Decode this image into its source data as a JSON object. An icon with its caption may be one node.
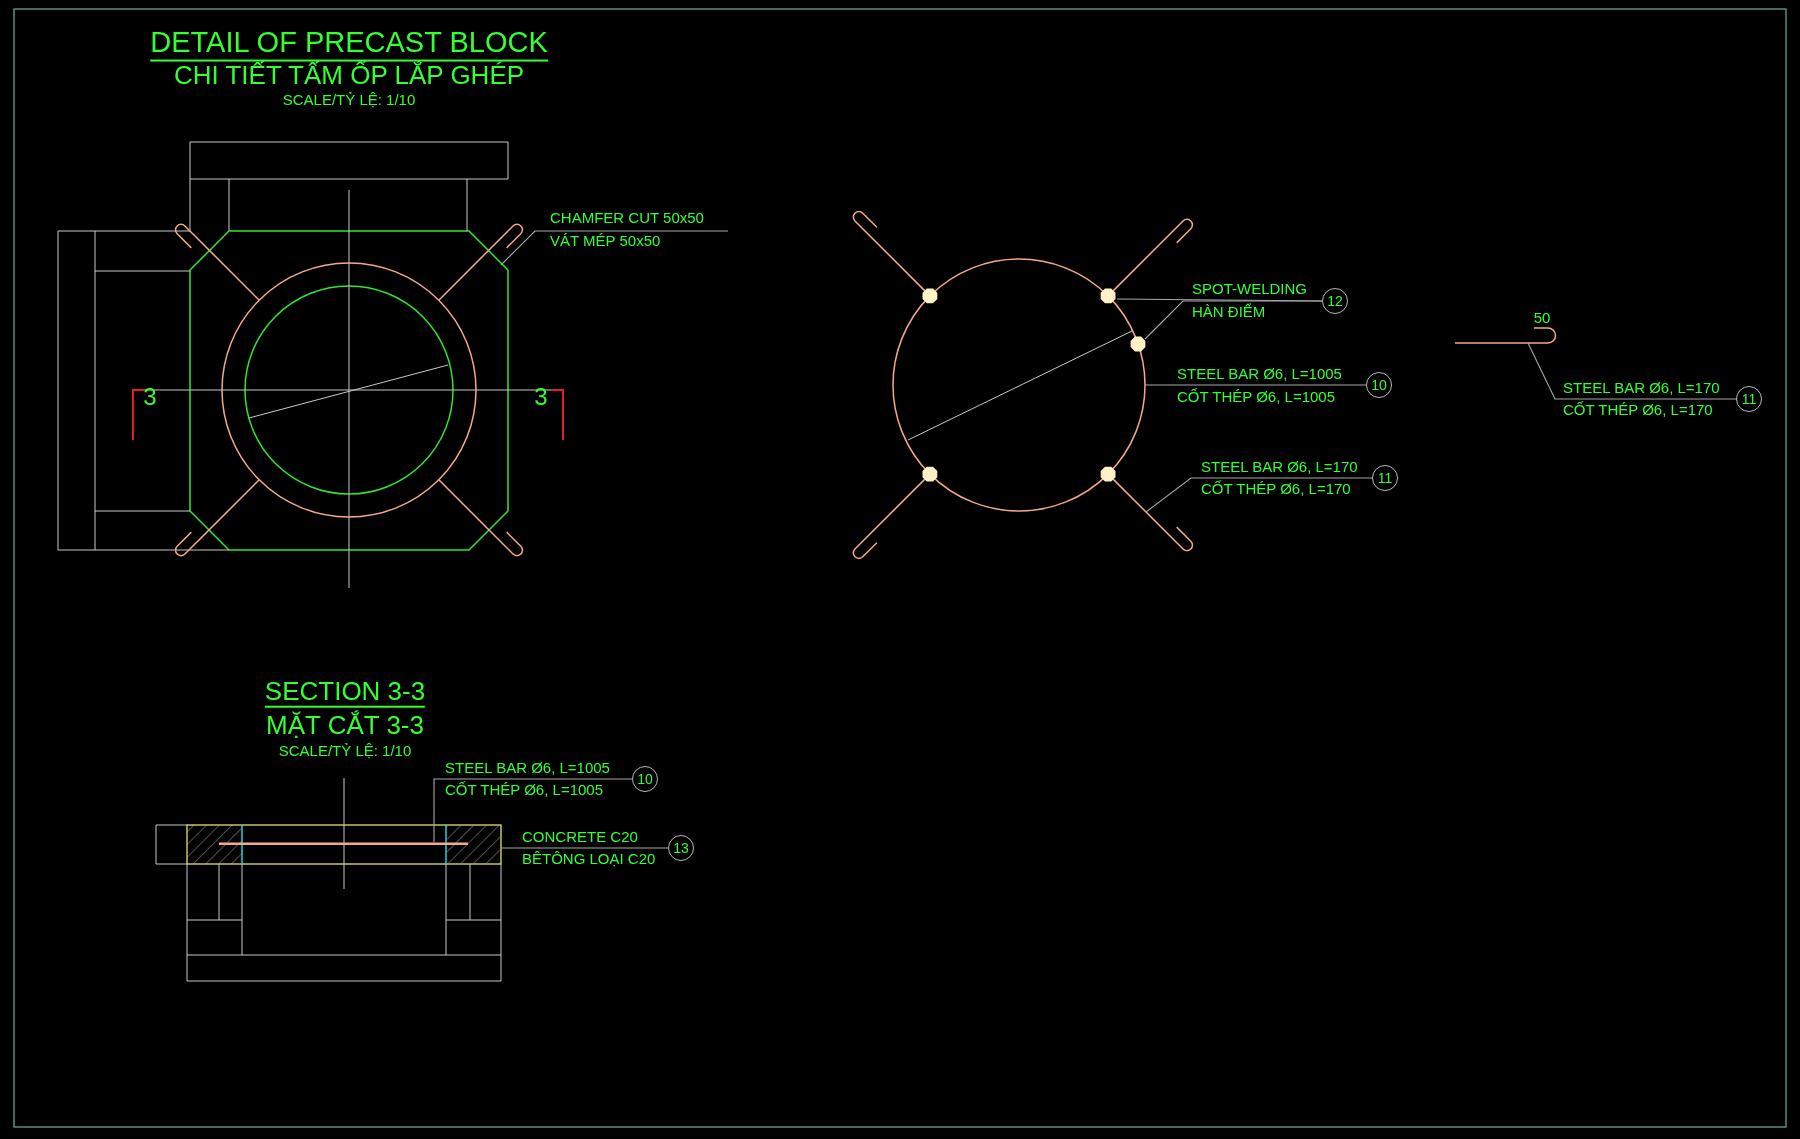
{
  "diagram": {
    "title": "DETAIL OF PRECAST BLOCK",
    "nodes": [
      {
        "text": [
          "CHAMFER CUT 50x50",
          "VÁT MÉP 50x50"
        ]
      },
      {
        "text": [
          "12"
        ],
        "beside": [
          "SPOT-WELDING",
          "HÀN ĐIỂM"
        ]
      },
      {
        "text": [
          "10"
        ],
        "beside": [
          "STEEL BAR Ø6, L=1005",
          "CỐT THÉP Ø6, L=1005"
        ]
      },
      {
        "text": [
          "11"
        ],
        "beside": [
          "STEEL BAR Ø6, L=170",
          "CỐT THÉP Ø6, L=170"
        ]
      },
      {
        "text": [
          "11"
        ],
        "beside": [
          "STEEL BAR Ø6, L=170",
          "CỐT THÉP Ø6, L=170"
        ]
      },
      {
        "text": [
          "10"
        ],
        "beside": [
          "STEEL BAR Ø6, L=1005",
          "CỐT THÉP Ø6, L=1005"
        ]
      },
      {
        "text": [
          "13"
        ],
        "beside": [
          "CONCRETE C20",
          "BÊTÔNG LOẠI C20"
        ]
      },
      {
        "text": [],
        "shape": "box"
      },
      {
        "text": [],
        "shape": "bar"
      }
    ],
    "edges": [
      {
        "from": 0,
        "to": null,
        "arrow": "none"
      },
      {
        "from": 1,
        "to": null,
        "arrow": "none"
      },
      {
        "from": 1,
        "to": null,
        "arrow": "none"
      },
      {
        "from": 2,
        "to": null,
        "arrow": "none"
      },
      {
        "from": 3,
        "to": null,
        "arrow": "none"
      },
      {
        "from": 4,
        "to": null,
        "arrow": "none"
      },
      {
        "from": 5,
        "to": 8,
        "arrow": "none"
      },
      {
        "from": 6,
        "to": 7,
        "arrow": "none"
      }
    ],
    "labels": [
      "CHI TIẾT TẤM ỐP LẮP GHÉP",
      "SCALE/TỶ LỆ: 1/10",
      "3",
      "3",
      "50",
      "SECTION 3-3",
      "MẶT CẮT 3-3",
      "SCALE/TỶ LỆ: 1/10"
    ]
  }
}
